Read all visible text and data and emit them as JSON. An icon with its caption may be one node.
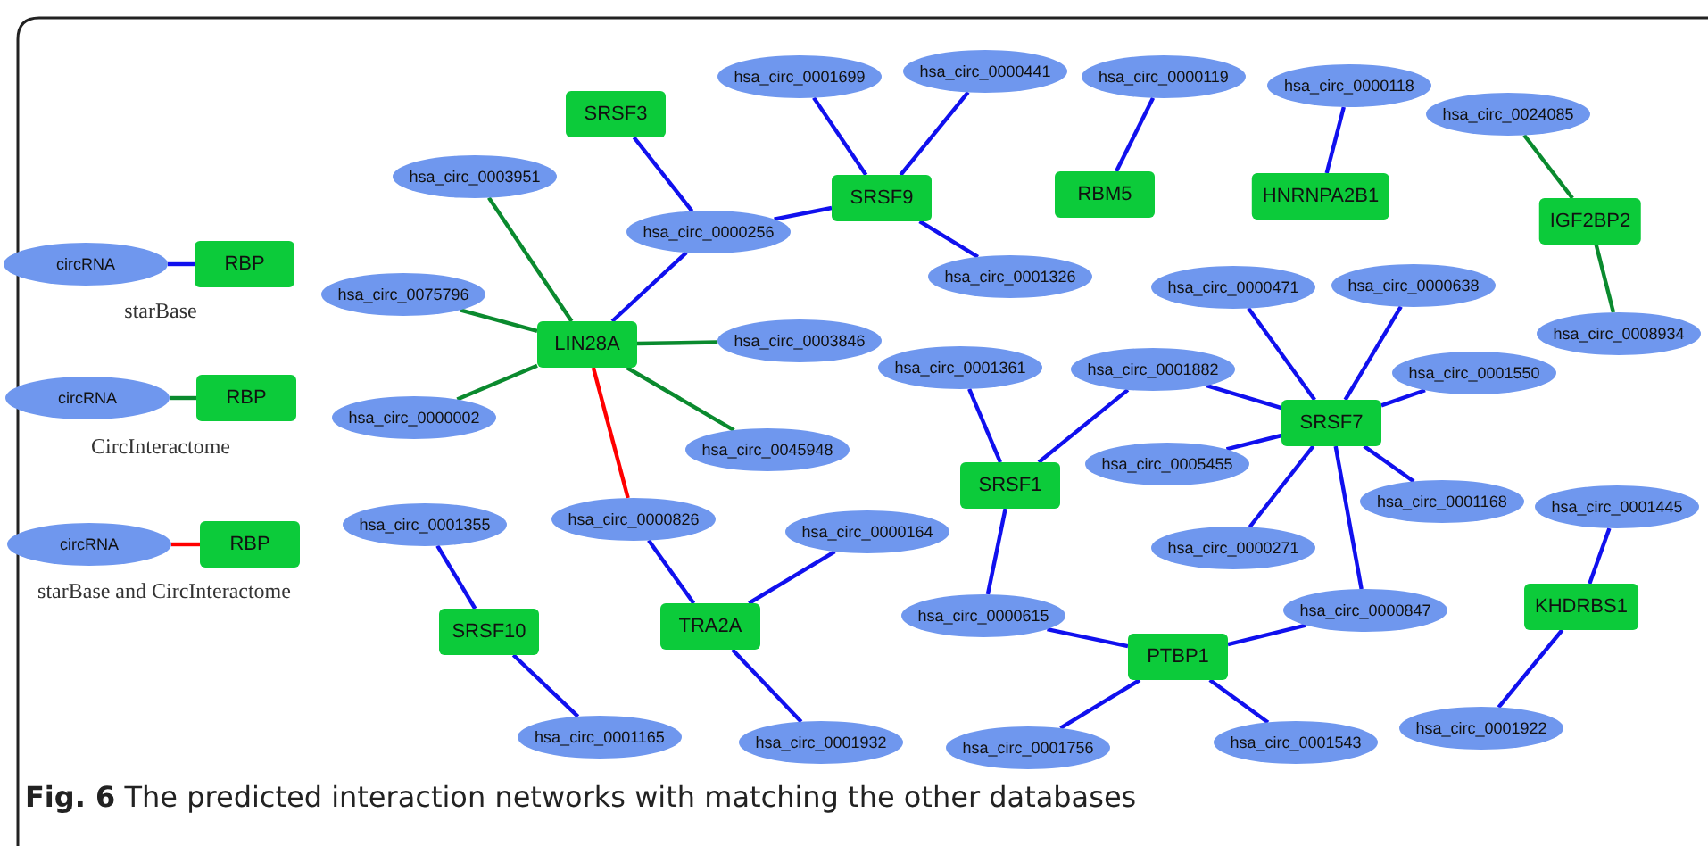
{
  "diagram": {
    "caption": "**Fig. 6** The predicted interaction networks with matching the other databases",
    "nodes": [
      {
        "text": [
          "hsa_circ_0001699"
        ]
      },
      {
        "text": [
          "hsa_circ_0000441"
        ]
      },
      {
        "text": [
          "hsa_circ_0000119"
        ]
      },
      {
        "text": [
          "hsa_circ_0000118"
        ]
      },
      {
        "text": [
          "SRSF3"
        ]
      },
      {
        "text": [
          "hsa_circ_0024085"
        ]
      },
      {
        "text": [
          "hsa_circ_0003951"
        ]
      },
      {
        "text": [
          "SRSF9"
        ]
      },
      {
        "text": [
          "RBM5"
        ]
      },
      {
        "text": [
          "HNRNPA2B1"
        ]
      },
      {
        "text": [
          "IGF2BP2"
        ]
      },
      {
        "text": [
          "hsa_circ_0000256"
        ]
      },
      {
        "text": [
          "circRNA"
        ]
      },
      {
        "text": [
          "RBP"
        ]
      },
      {
        "text": [
          "hsa_circ_0001326"
        ]
      },
      {
        "text": [
          "hsa_circ_0075796"
        ]
      },
      {
        "text": [
          "hsa_circ_0000471"
        ]
      },
      {
        "text": [
          "hsa_circ_0000638"
        ]
      },
      {
        "text": [
          "LIN28A"
        ]
      },
      {
        "text": [
          "hsa_circ_0003846"
        ]
      },
      {
        "text": [
          "hsa_circ_0008934"
        ]
      },
      {
        "text": [
          "hsa_circ_0001361"
        ]
      },
      {
        "text": [
          "hsa_circ_0001882"
        ]
      },
      {
        "text": [
          "hsa_circ_0001550"
        ]
      },
      {
        "text": [
          "circRNA"
        ]
      },
      {
        "text": [
          "RBP"
        ]
      },
      {
        "text": [
          "hsa_circ_0000002"
        ]
      },
      {
        "text": [
          "SRSF7"
        ]
      },
      {
        "text": [
          "hsa_circ_0045948"
        ]
      },
      {
        "text": [
          "hsa_circ_0005455"
        ]
      },
      {
        "text": [
          "SRSF1"
        ]
      },
      {
        "text": [
          "hsa_circ_0001168"
        ]
      },
      {
        "text": [
          "hsa_circ_0001445"
        ]
      },
      {
        "text": [
          "hsa_circ_0000164"
        ]
      },
      {
        "text": [
          "circRNA"
        ]
      },
      {
        "text": [
          "RBP"
        ]
      },
      {
        "text": [
          "hsa_circ_0000826"
        ]
      },
      {
        "text": [
          "hsa_circ_0001355"
        ]
      },
      {
        "text": [
          "hsa_circ_0000271"
        ]
      },
      {
        "text": [
          "SRSF10"
        ]
      },
      {
        "text": [
          "TRA2A"
        ]
      },
      {
        "text": [
          "hsa_circ_0000615"
        ]
      },
      {
        "text": [
          "hsa_circ_0000847"
        ]
      },
      {
        "text": [
          "KHDRBS1"
        ]
      },
      {
        "text": [
          "PTBP1"
        ]
      },
      {
        "text": [
          "hsa_circ_0001165"
        ]
      },
      {
        "text": [
          "hsa_circ_0001932"
        ]
      },
      {
        "text": [
          "hsa_circ_0001756"
        ]
      },
      {
        "text": [
          "hsa_circ_0001543"
        ]
      },
      {
        "text": [
          "hsa_circ_0001922"
        ]
      }
    ],
    "edges": [
      {
        "from": 0,
        "to": 7,
        "arrow": "none"
      },
      {
        "from": 1,
        "to": 7,
        "arrow": "none"
      },
      {
        "from": 11,
        "to": 7,
        "arrow": "none"
      },
      {
        "from": 7,
        "to": 14,
        "arrow": "none"
      },
      {
        "from": 4,
        "to": 11,
        "arrow": "none"
      },
      {
        "from": 11,
        "to": 18,
        "arrow": "none"
      },
      {
        "from": 6,
        "to": 18,
        "arrow": "none",
        "color": "#0a8a2e"
      },
      {
        "from": 15,
        "to": 18,
        "arrow": "none",
        "color": "#0a8a2e"
      },
      {
        "from": 18,
        "to": 19,
        "arrow": "none",
        "color": "#0a8a2e"
      },
      {
        "from": 26,
        "to": 18,
        "arrow": "none",
        "color": "#0a8a2e"
      },
      {
        "from": 18,
        "to": 28,
        "arrow": "none",
        "color": "#0a8a2e"
      },
      {
        "from": 18,
        "to": 36,
        "arrow": "none",
        "color": "#ff0000"
      },
      {
        "from": 2,
        "to": 8,
        "arrow": "none"
      },
      {
        "from": 3,
        "to": 9,
        "arrow": "none"
      },
      {
        "from": 5,
        "to": 10,
        "arrow": "none",
        "color": "#0a8a2e"
      },
      {
        "from": 10,
        "to": 20,
        "arrow": "none",
        "color": "#0a8a2e"
      },
      {
        "from": 12,
        "to": 13,
        "arrow": "none"
      },
      {
        "from": 24,
        "to": 25,
        "arrow": "none",
        "color": "#0a8a2e"
      },
      {
        "from": 34,
        "to": 35,
        "arrow": "none",
        "color": "#ff0000"
      },
      {
        "from": 21,
        "to": 30,
        "arrow": "none"
      },
      {
        "from": 30,
        "to": 22,
        "arrow": "none"
      },
      {
        "from": 30,
        "to": 41,
        "arrow": "none"
      },
      {
        "from": 22,
        "to": 27,
        "arrow": "none"
      },
      {
        "from": 16,
        "to": 27,
        "arrow": "none"
      },
      {
        "from": 17,
        "to": 27,
        "arrow": "none"
      },
      {
        "from": 27,
        "to": 23,
        "arrow": "none"
      },
      {
        "from": 29,
        "to": 27,
        "arrow": "none"
      },
      {
        "from": 38,
        "to": 27,
        "arrow": "none"
      },
      {
        "from": 27,
        "to": 31,
        "arrow": "none"
      },
      {
        "from": 27,
        "to": 42,
        "arrow": "none"
      },
      {
        "from": 41,
        "to": 44,
        "arrow": "none"
      },
      {
        "from": 42,
        "to": 44,
        "arrow": "none"
      },
      {
        "from": 44,
        "to": 47,
        "arrow": "none"
      },
      {
        "from": 44,
        "to": 48,
        "arrow": "none"
      },
      {
        "from": 32,
        "to": 43,
        "arrow": "none"
      },
      {
        "from": 43,
        "to": 49,
        "arrow": "none"
      },
      {
        "from": 37,
        "to": 39,
        "arrow": "none"
      },
      {
        "from": 39,
        "to": 45,
        "arrow": "none"
      },
      {
        "from": 36,
        "to": 40,
        "arrow": "none"
      },
      {
        "from": 33,
        "to": 40,
        "arrow": "none"
      },
      {
        "from": 40,
        "to": 46,
        "arrow": "none"
      }
    ],
    "legend": [
      {
        "text": "starBase"
      },
      {
        "text": "CircInteractome"
      },
      {
        "text": "starBase and CircInteractome"
      }
    ]
  }
}
